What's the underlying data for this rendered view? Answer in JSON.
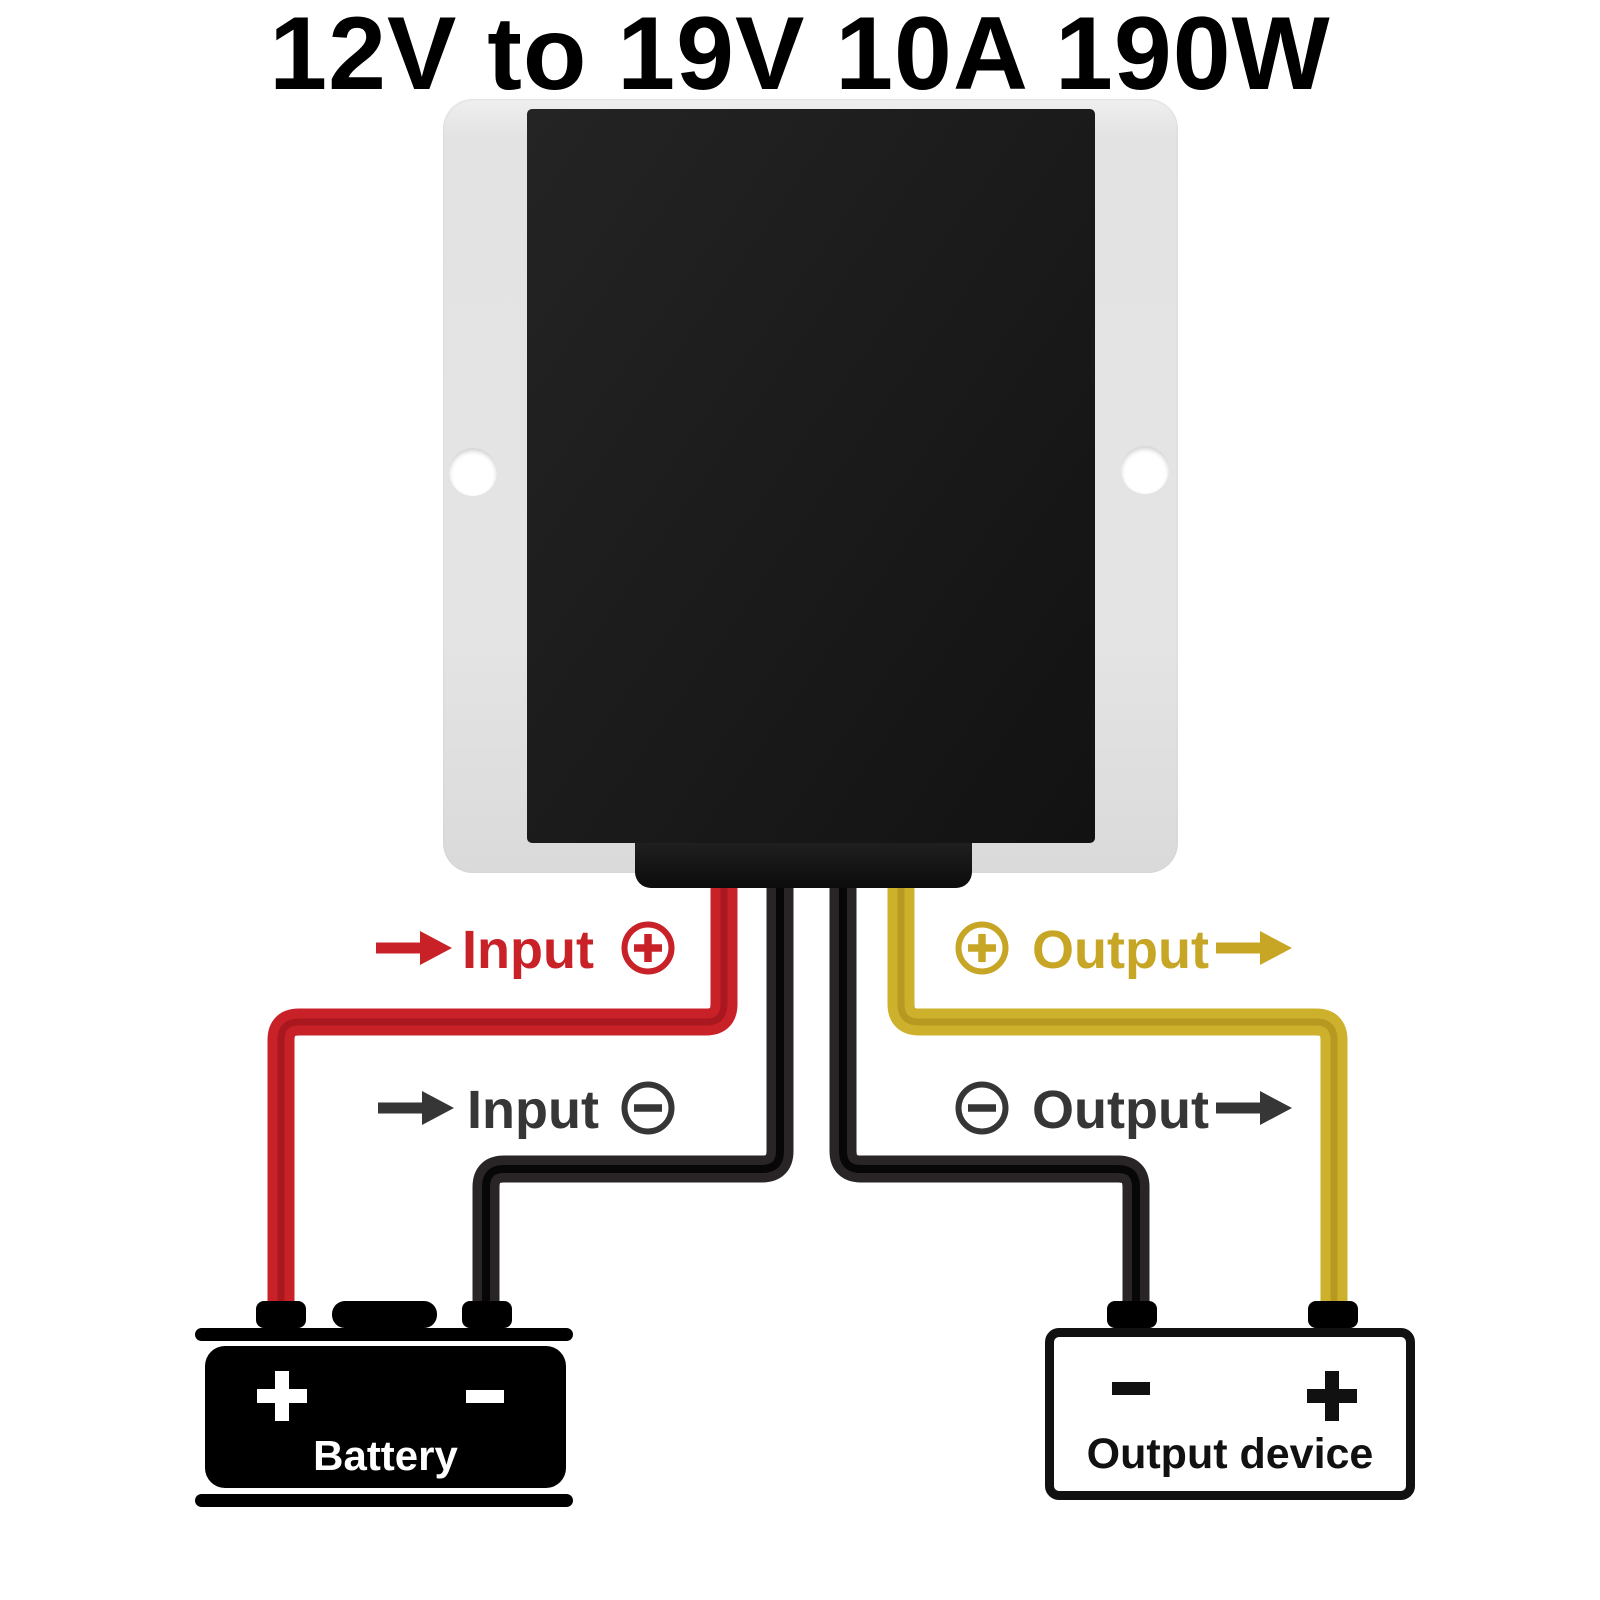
{
  "title": "12V to 19V 10A 190W",
  "colors": {
    "input_red": "#c92128",
    "output_yellow": "#cdb02c",
    "wire_black": "#292425",
    "label_dark": "#363636",
    "plate_gray": "#e4e4e4",
    "body_black": "#1d1d1d"
  },
  "converter": {
    "description_icons": [
      "mounting-hole-left",
      "mounting-hole-right",
      "wire-outlet"
    ]
  },
  "connections": [
    {
      "id": "input_positive",
      "label": "Input",
      "polarity": "plus",
      "wire_color": "#c92128",
      "side": "left"
    },
    {
      "id": "input_negative",
      "label": "Input",
      "polarity": "minus",
      "wire_color": "#292425",
      "side": "left"
    },
    {
      "id": "output_positive",
      "label": "Output",
      "polarity": "plus",
      "wire_color": "#cdb02c",
      "side": "right"
    },
    {
      "id": "output_negative",
      "label": "Output",
      "polarity": "minus",
      "wire_color": "#292425",
      "side": "right"
    }
  ],
  "battery": {
    "label": "Battery",
    "positive_sign": "+",
    "negative_sign": "−"
  },
  "output_device": {
    "label": "Output device",
    "negative_sign": "−",
    "positive_sign": "+"
  }
}
